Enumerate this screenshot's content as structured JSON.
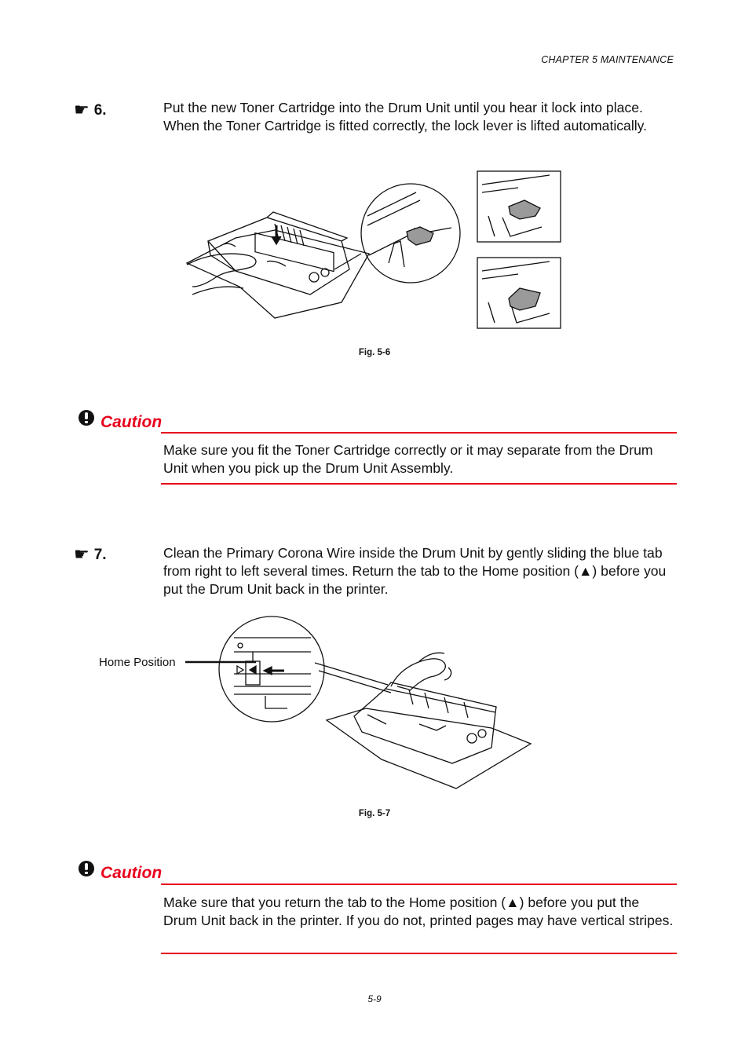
{
  "header": {
    "chapter": "CHAPTER 5 MAINTENANCE"
  },
  "steps": [
    {
      "number": "6.",
      "text": "Put the new Toner Cartridge into the Drum Unit until you hear it lock into place.  When the Toner Cartridge is fitted correctly, the lock lever is lifted automatically."
    },
    {
      "number": "7.",
      "text": "Clean the Primary Corona Wire inside the Drum Unit by gently sliding the blue tab from right to left several times.  Return the tab to the Home position (▲) before you put the Drum Unit back in the printer."
    }
  ],
  "figures": [
    {
      "caption": "Fig. 5-6"
    },
    {
      "caption": "Fig. 5-7",
      "label": "Home Position"
    }
  ],
  "cautions": [
    {
      "title": "Caution",
      "text": "Make sure you fit the Toner Cartridge correctly or it may separate from the Drum Unit when you pick up the Drum Unit Assembly."
    },
    {
      "title": "Caution",
      "text": "Make sure that you return the tab to the Home position  (▲) before you put the Drum Unit back in the printer. If you do not, printed pages may have vertical stripes."
    }
  ],
  "footer": {
    "page": "5-9"
  },
  "icons": {
    "step": "pointing-hand-icon",
    "caution": "exclamation-icon"
  },
  "colors": {
    "accent": "#e8001c"
  }
}
